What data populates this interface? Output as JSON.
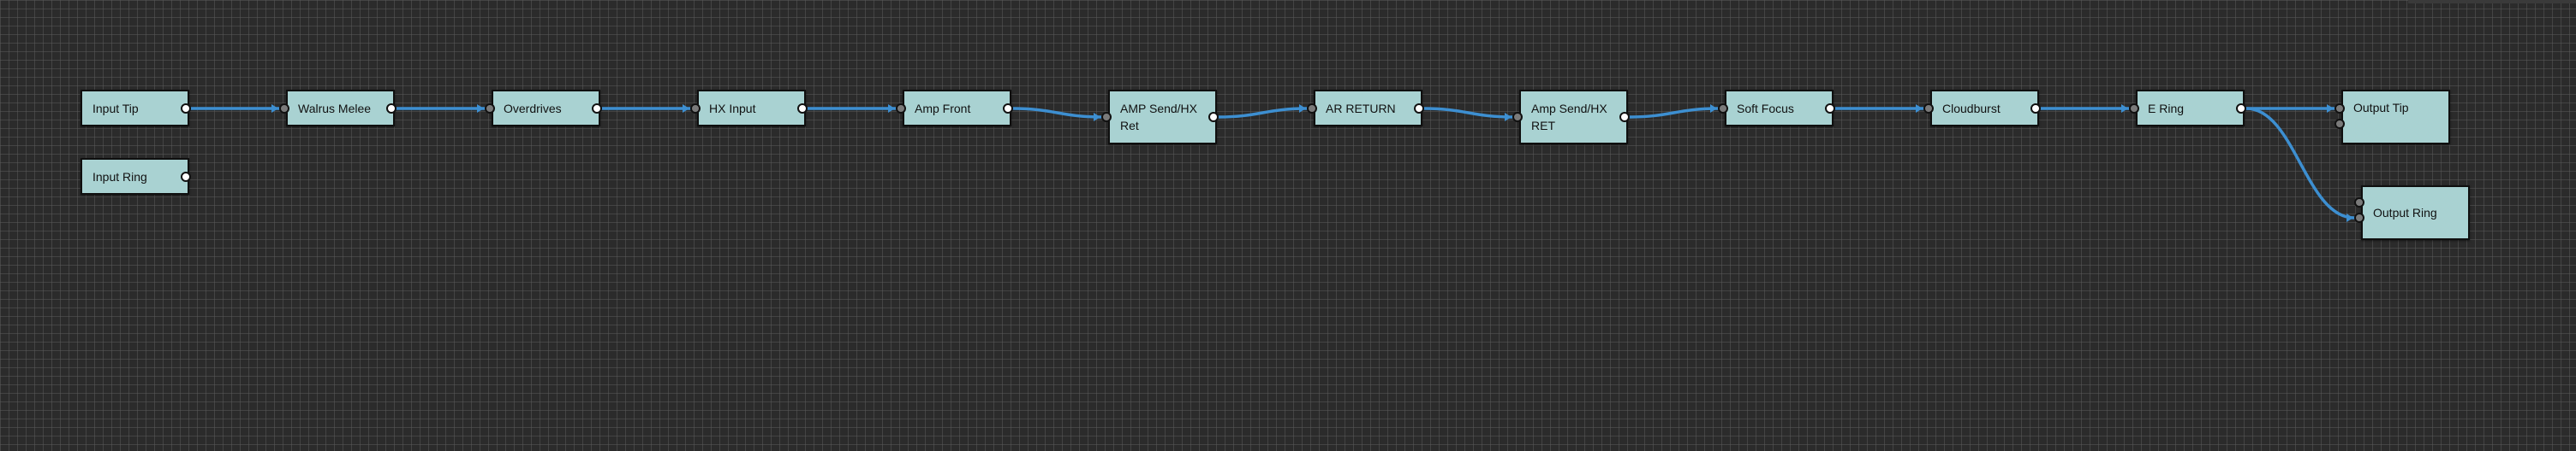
{
  "graph": {
    "nodes": [
      {
        "id": "input-tip",
        "label": "Input Tip"
      },
      {
        "id": "input-ring",
        "label": "Input Ring"
      },
      {
        "id": "walrus-melee",
        "label": "Walrus Melee"
      },
      {
        "id": "overdrives",
        "label": "Overdrives"
      },
      {
        "id": "hx-input",
        "label": "HX Input"
      },
      {
        "id": "amp-front",
        "label": "Amp Front"
      },
      {
        "id": "amp-send-hx-ret",
        "label": "AMP Send/HX Ret"
      },
      {
        "id": "ar-return",
        "label": "AR RETURN"
      },
      {
        "id": "amp-send-hx-ret-2",
        "label": "Amp Send/HX RET"
      },
      {
        "id": "soft-focus",
        "label": "Soft Focus"
      },
      {
        "id": "cloudburst",
        "label": "Cloudburst"
      },
      {
        "id": "e-ring",
        "label": "E Ring"
      },
      {
        "id": "output-tip",
        "label": "Output Tip"
      },
      {
        "id": "output-ring",
        "label": "Output Ring"
      }
    ],
    "edges": [
      [
        "input-tip",
        "walrus-melee"
      ],
      [
        "walrus-melee",
        "overdrives"
      ],
      [
        "overdrives",
        "hx-input"
      ],
      [
        "hx-input",
        "amp-front"
      ],
      [
        "amp-front",
        "amp-send-hx-ret"
      ],
      [
        "amp-send-hx-ret",
        "ar-return"
      ],
      [
        "ar-return",
        "amp-send-hx-ret-2"
      ],
      [
        "amp-send-hx-ret-2",
        "soft-focus"
      ],
      [
        "soft-focus",
        "cloudburst"
      ],
      [
        "cloudburst",
        "e-ring"
      ],
      [
        "e-ring",
        "output-tip"
      ],
      [
        "e-ring",
        "output-ring"
      ]
    ],
    "colors": {
      "node_fill": "#a9d2d2",
      "wire": "#3d8fd1",
      "background": "#2b2b2b"
    }
  }
}
